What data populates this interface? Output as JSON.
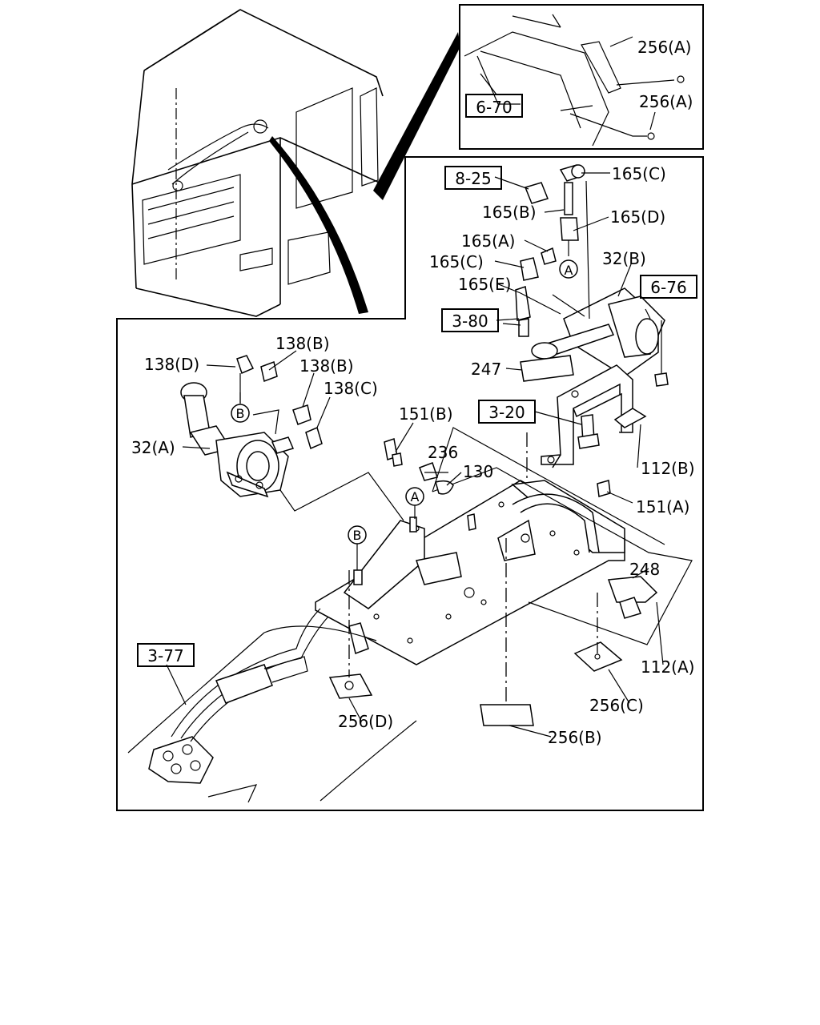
{
  "callouts": {
    "c_256A_1": "256(A)",
    "c_256A_2": "256(A)",
    "c_670": "6-70",
    "c_825": "8-25",
    "c_165C_1": "165(C)",
    "c_165B": "165(B)",
    "c_165D": "165(D)",
    "c_165A": "165(A)",
    "c_165C_2": "165(C)",
    "c_32B": "32(B)",
    "c_676": "6-76",
    "c_165E": "165(E)",
    "c_380": "3-80",
    "c_247": "247",
    "c_138B_1": "138(B)",
    "c_138D": "138(D)",
    "c_138B_2": "138(B)",
    "c_138C": "138(C)",
    "c_320": "3-20",
    "c_151B": "151(B)",
    "c_236": "236",
    "c_130": "130",
    "c_32A": "32(A)",
    "c_112B": "112(B)",
    "c_151A": "151(A)",
    "c_248": "248",
    "c_377": "3-77",
    "c_112A": "112(A)",
    "c_256C": "256(C)",
    "c_256D": "256(D)",
    "c_256B": "256(B)"
  },
  "markers": {
    "A": "A",
    "B": "B"
  }
}
